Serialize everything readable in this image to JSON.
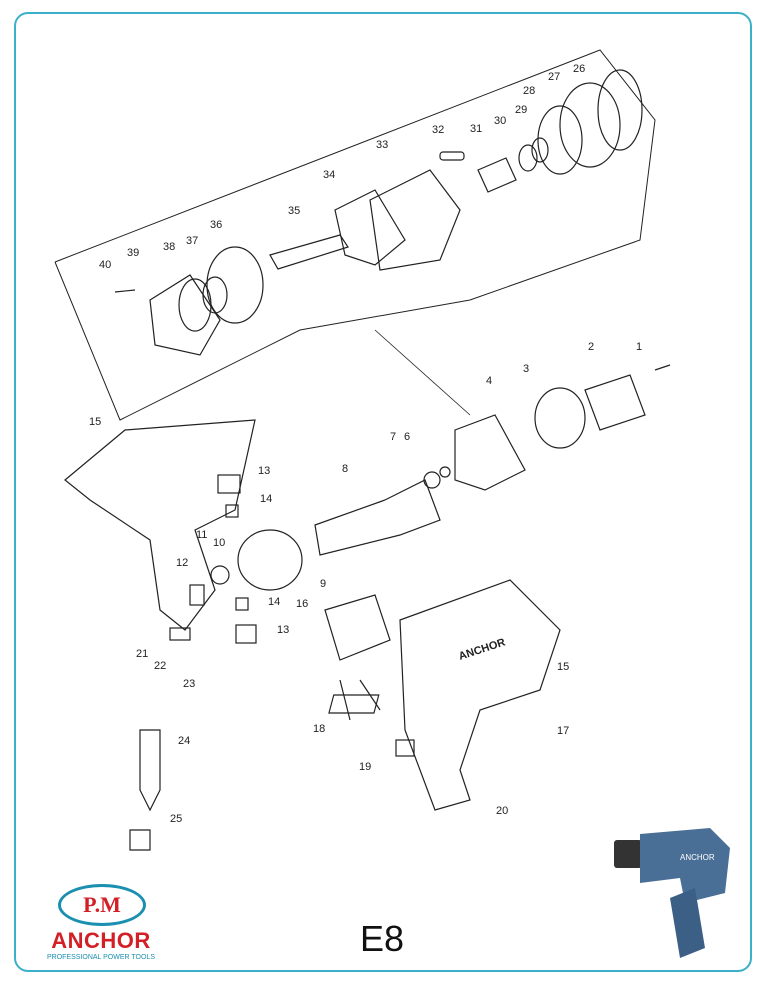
{
  "model": "E8",
  "logo": {
    "top": "P.M",
    "brand": "ANCHOR",
    "tagline": "PROFESSIONAL POWER TOOLS"
  },
  "tool_branding": "ANCHOR",
  "photo_branding": "ANCHOR",
  "part_labels": [
    "1",
    "2",
    "3",
    "4",
    "6",
    "7",
    "8",
    "9",
    "10",
    "11",
    "12",
    "13",
    "13",
    "14",
    "14",
    "15",
    "15",
    "16",
    "17",
    "18",
    "19",
    "20",
    "21",
    "22",
    "23",
    "24",
    "25",
    "26",
    "27",
    "28",
    "29",
    "30",
    "31",
    "32",
    "33",
    "34",
    "35",
    "36",
    "37",
    "38",
    "39",
    "40"
  ],
  "colors": {
    "frame": "#3bb0c9",
    "brand_red": "#d32027",
    "brand_blue": "#1a8fb0",
    "tool_blue": "#4a6f96"
  }
}
